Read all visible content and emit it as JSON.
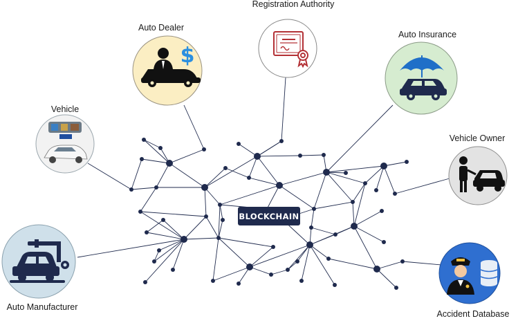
{
  "title": "",
  "center": {
    "label": "BLOCKCHAIN"
  },
  "colors": {
    "network": "#1f2a4d",
    "badge_bg": "#1f2a4d",
    "manufacturer_bg": "#cfe0ea",
    "dealer_bg": "#fbeec3",
    "registration_bg": "#ffffff",
    "insurance_bg": "#d6ecd0",
    "owner_bg": "#e3e3e3",
    "accident_bg": "#2f6fd0",
    "certificate_red": "#b33035",
    "umbrella_blue": "#1f6fc8",
    "dollar_blue": "#2b8fe0"
  },
  "participants": [
    {
      "id": "manufacturer",
      "label": "Auto Manufacturer",
      "icon": "robot-arm-car-icon"
    },
    {
      "id": "vehicle",
      "label": "Vehicle",
      "icon": "vehicle-photo-icon"
    },
    {
      "id": "dealer",
      "label": "Auto Dealer",
      "icon": "dealer-dollar-icon"
    },
    {
      "id": "registration",
      "label": "Registration Authority",
      "icon": "certificate-icon"
    },
    {
      "id": "insurance",
      "label": "Auto Insurance",
      "icon": "umbrella-car-icon"
    },
    {
      "id": "owner",
      "label": "Vehicle Owner",
      "icon": "owner-car-icon"
    },
    {
      "id": "accident",
      "label": "Accident Database",
      "icon": "police-database-icon"
    }
  ]
}
